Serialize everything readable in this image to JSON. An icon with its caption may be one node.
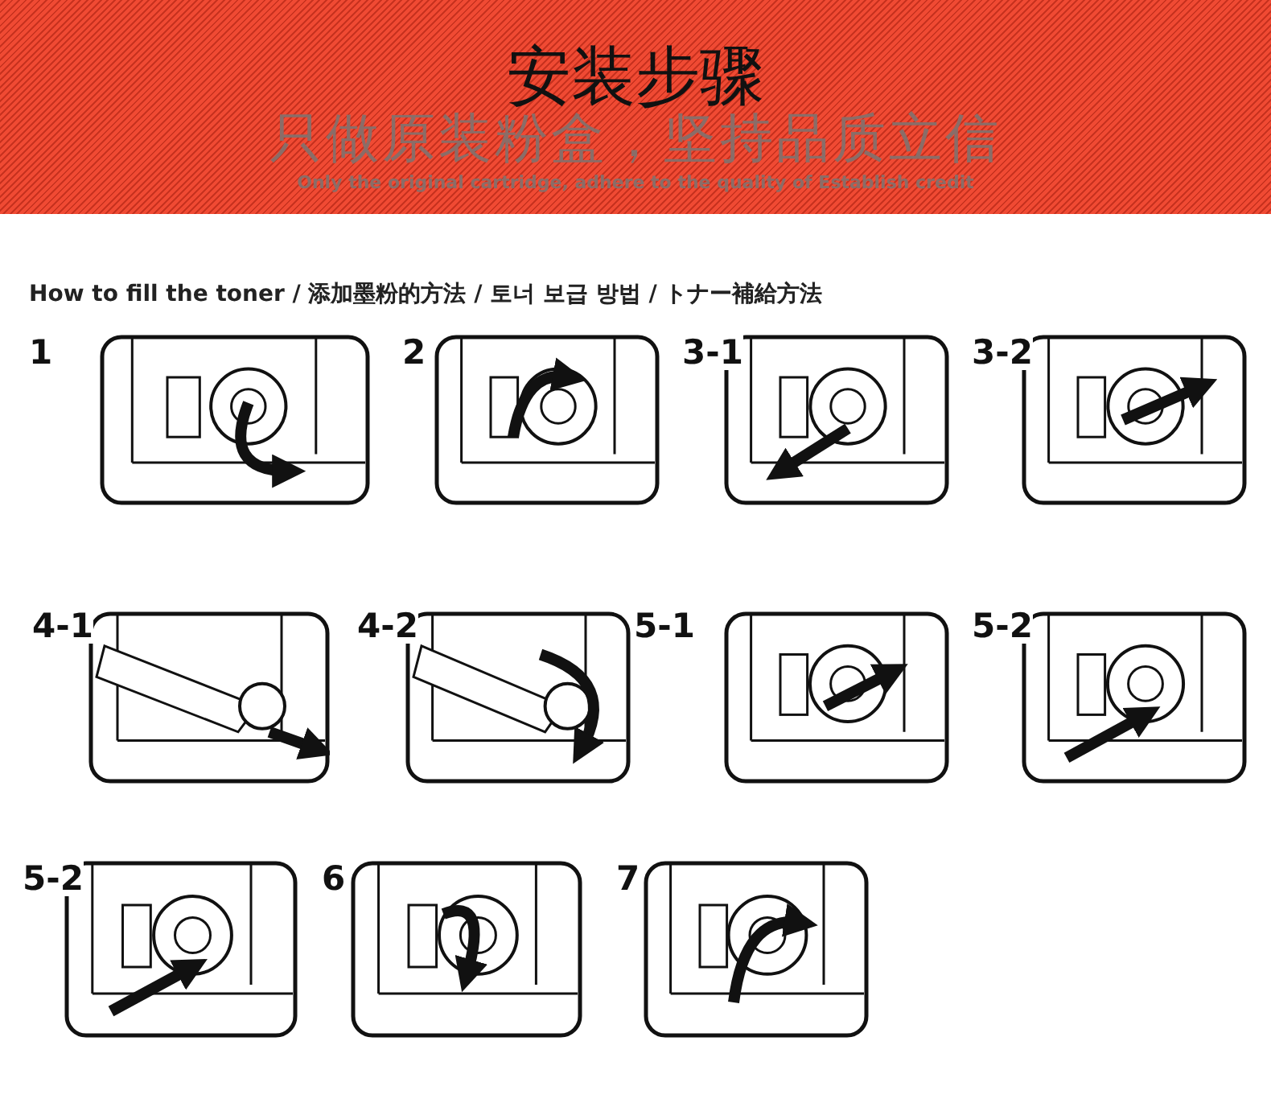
{
  "diagram": {
    "title": "安装步骤",
    "nodes": [
      {
        "text": [
          "1"
        ]
      },
      {
        "text": [
          "2"
        ]
      },
      {
        "text": [
          "3-1"
        ]
      },
      {
        "text": [
          "3-2"
        ]
      },
      {
        "text": [
          "4-1"
        ]
      },
      {
        "text": [
          "4-2"
        ]
      },
      {
        "text": [
          "5-1"
        ]
      },
      {
        "text": [
          "5-2"
        ]
      },
      {
        "text": [
          "5-2"
        ]
      },
      {
        "text": [
          "6"
        ]
      },
      {
        "text": [
          "7"
        ]
      }
    ],
    "labels": [
      "只做原装粉盒，坚持品质立信",
      "Only the original cartridge, adhere to the quality of Establish credit",
      "How to fill the toner / 添加墨粉的方法 / 토너 보급 방법 / トナー補給方法"
    ]
  }
}
